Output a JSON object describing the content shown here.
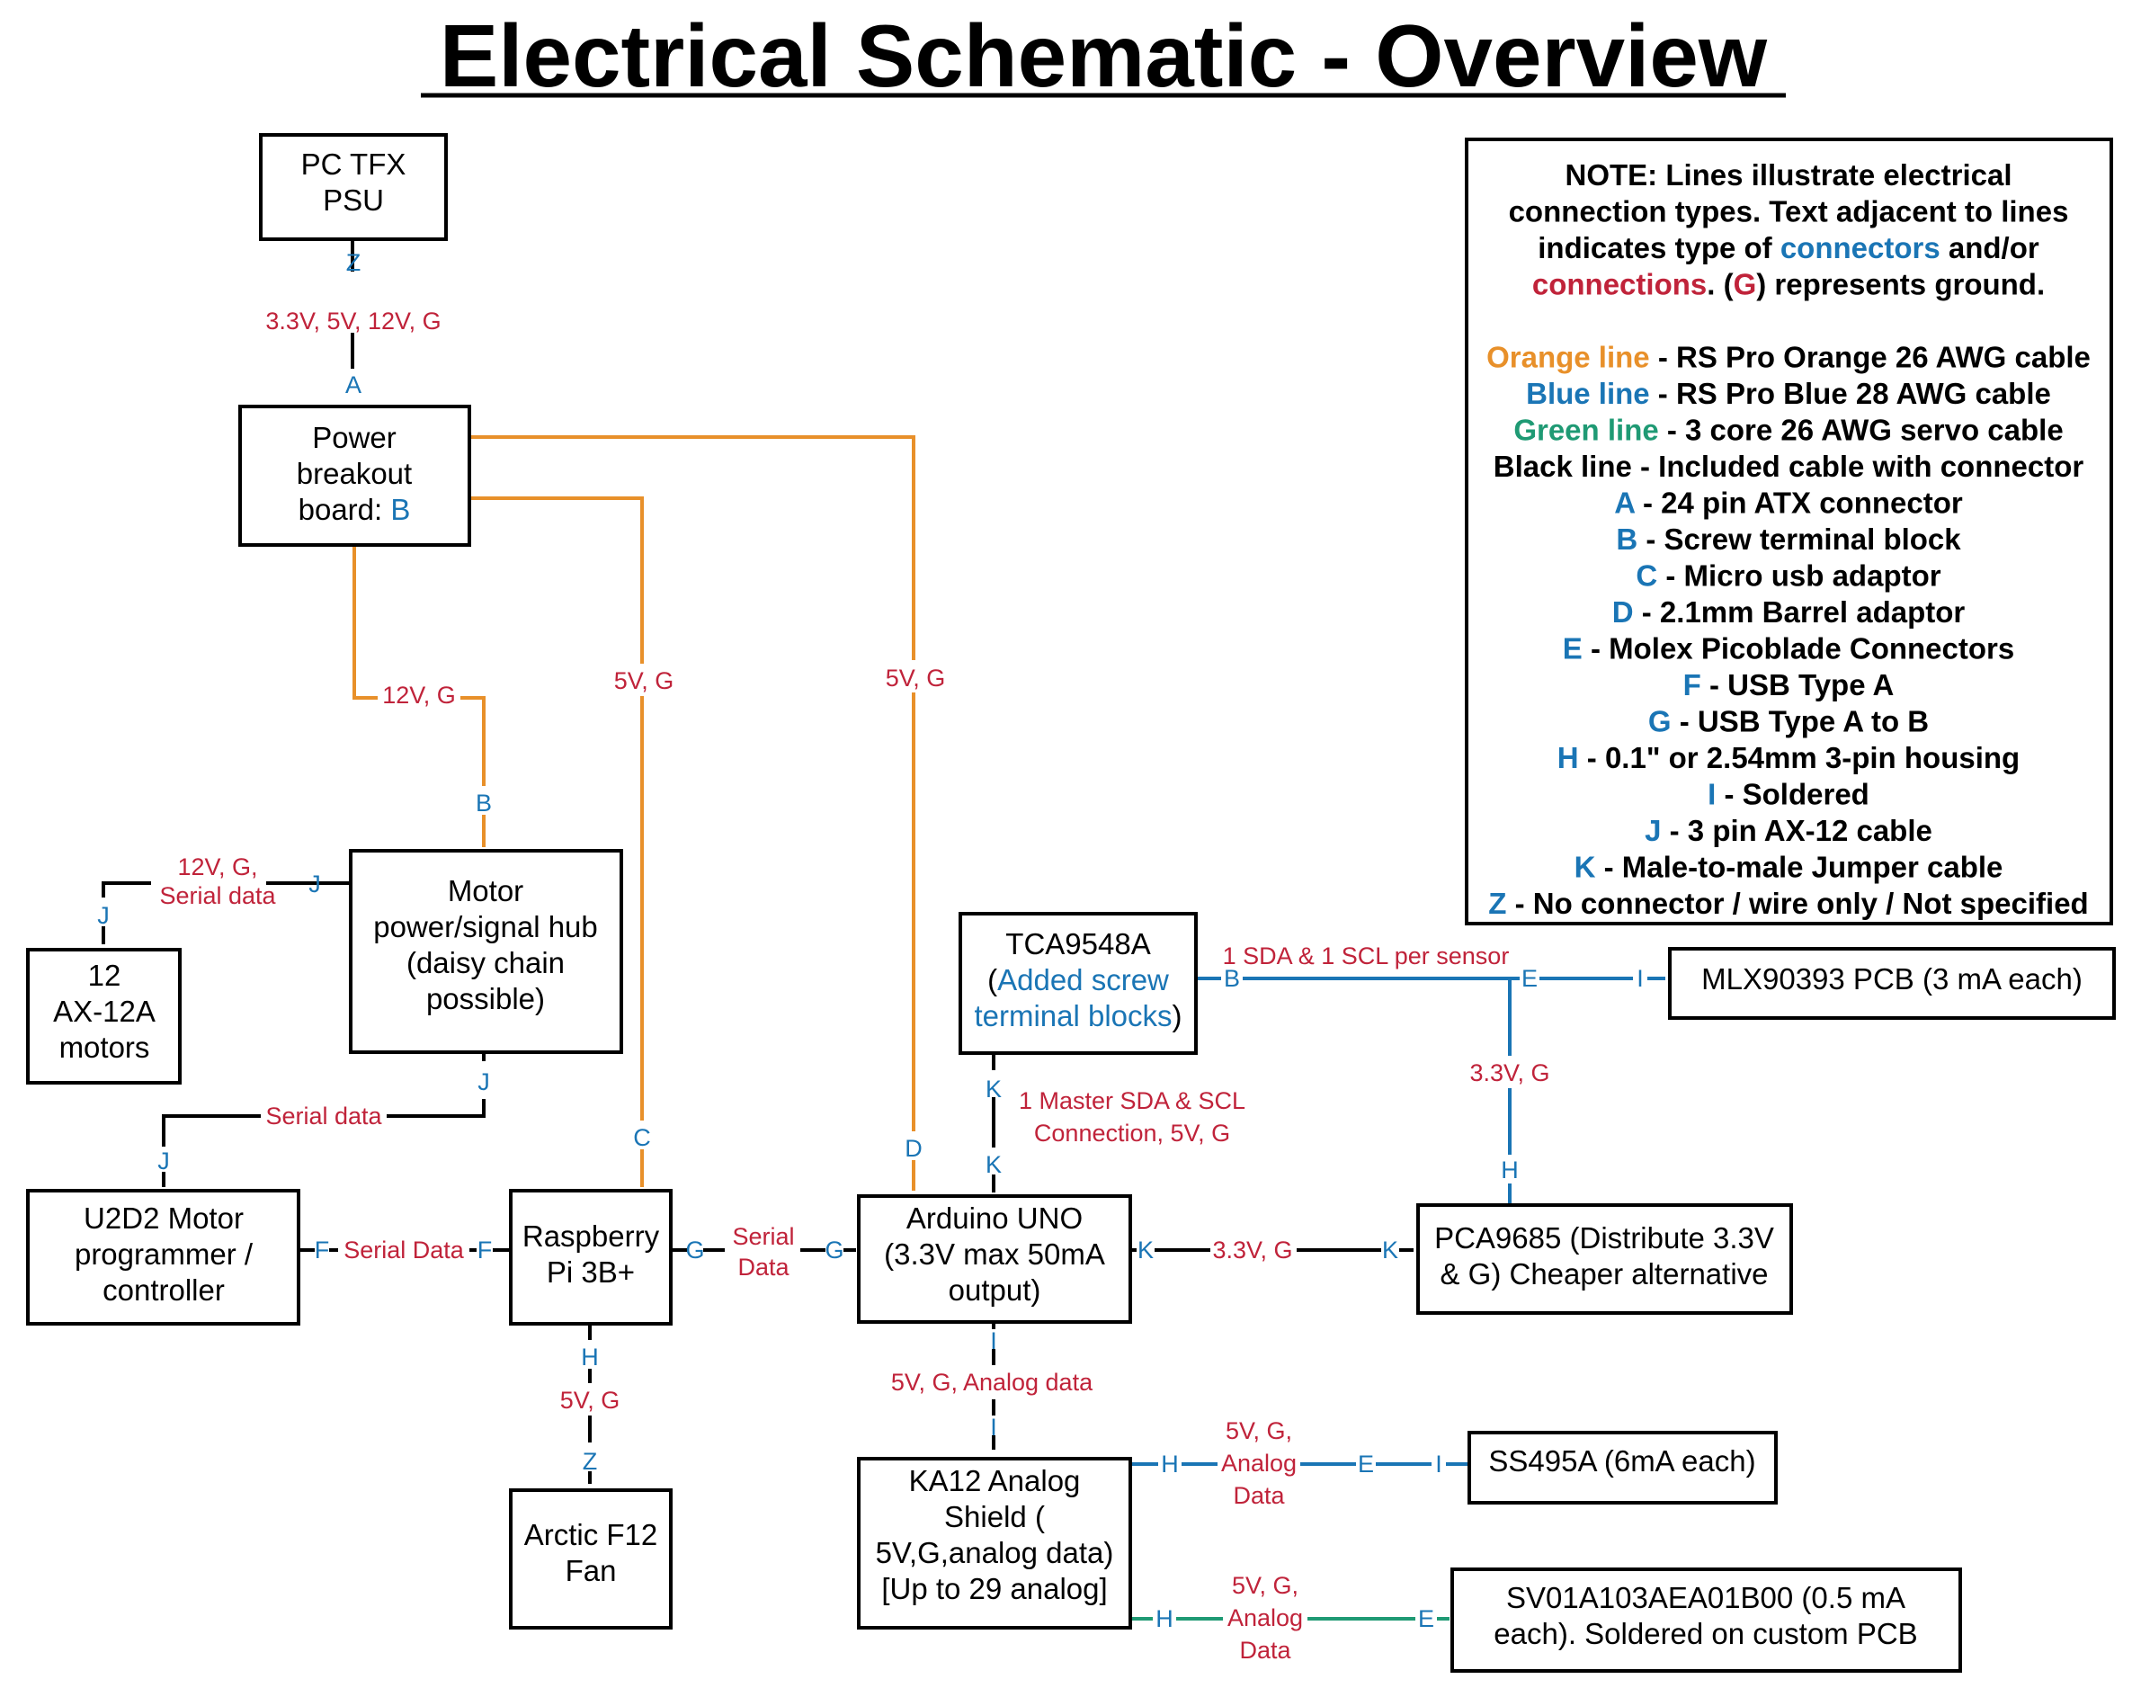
{
  "title": "Electrical Schematic - Overview",
  "colors": {
    "orange": "#e8902a",
    "blue": "#1a75b5",
    "green": "#1f9a74",
    "black": "#000000",
    "label_red": "#c0233a"
  },
  "nodes": {
    "psu": {
      "lines": [
        {
          "t": "PC TFX"
        },
        {
          "t": "PSU"
        }
      ]
    },
    "breakout": {
      "lines": [
        {
          "t": "Power"
        },
        {
          "t": "breakout"
        },
        {
          "t": "board: ",
          "tail": "B"
        }
      ]
    },
    "hub": {
      "lines": [
        {
          "t": "Motor"
        },
        {
          "t": "power/signal hub"
        },
        {
          "t": "(daisy chain"
        },
        {
          "t": "possible)"
        }
      ]
    },
    "motors": {
      "lines": [
        {
          "t": "12"
        },
        {
          "t": "AX-12A"
        },
        {
          "t": "motors"
        }
      ]
    },
    "u2d2": {
      "lines": [
        {
          "t": "U2D2 Motor"
        },
        {
          "t": "programmer /"
        },
        {
          "t": "controller"
        }
      ]
    },
    "rpi": {
      "lines": [
        {
          "t": "Raspberry"
        },
        {
          "t": "Pi 3B+"
        }
      ]
    },
    "arduino": {
      "lines": [
        {
          "t": "Arduino UNO"
        },
        {
          "t": "(3.3V max 50mA"
        },
        {
          "t": "output)"
        }
      ]
    },
    "tca": {
      "lines": [
        {
          "t": "TCA9548A"
        },
        {
          "t": "(",
          "blue": "Added screw"
        },
        {
          "blue": "terminal blocks",
          "tail": ")"
        }
      ]
    },
    "mlx": {
      "lines": [
        {
          "t": "MLX90393 PCB (3 mA each)"
        }
      ]
    },
    "pca": {
      "lines": [
        {
          "t": "PCA9685 (Distribute 3.3V"
        },
        {
          "t": "& G) Cheaper alternative"
        }
      ]
    },
    "fan": {
      "lines": [
        {
          "t": "Arctic F12"
        },
        {
          "t": "Fan"
        }
      ]
    },
    "ka12": {
      "lines": [
        {
          "t": "KA12 Analog"
        },
        {
          "t": "Shield ("
        },
        {
          "t": "5V,G,analog data)"
        },
        {
          "t": "[Up to 29 analog]"
        }
      ]
    },
    "ss495": {
      "lines": [
        {
          "t": "SS495A (6mA each)"
        }
      ]
    },
    "sv01": {
      "lines": [
        {
          "t": "SV01A103AEA01B00 (0.5 mA"
        },
        {
          "t": "each). Soldered on custom PCB"
        }
      ]
    }
  },
  "connectors": {
    "psu_z": "Z",
    "breakout_a": "A",
    "hub_b": "B",
    "hub_j_left": "J",
    "motors_j": "J",
    "hub_j_bottom": "J",
    "u2d2_j": "J",
    "rpi_c": "C",
    "arduino_d": "D",
    "u2d2_f": "F",
    "rpi_f": "F",
    "rpi_g": "G",
    "arduino_g": "G",
    "tca_b": "B",
    "mlx_e": "E",
    "mlx_i": "I",
    "pca_h": "H",
    "tca_k": "K",
    "arduino_k_top": "K",
    "arduino_k_right": "K",
    "pca_k": "K",
    "rpi_h": "H",
    "fan_z": "Z",
    "arduino_i": "I",
    "ka12_i": "I",
    "ka12_h1": "H",
    "ss495_e": "E",
    "ss495_i": "I",
    "ka12_h2": "H",
    "sv01_e": "E"
  },
  "labels": {
    "psu_breakout": "3.3V, 5V, 12V, G",
    "breakout_hub": "12V, G",
    "breakout_rpi": "5V, G",
    "breakout_arduino": "5V, G",
    "hub_motors": [
      "12V, G,",
      "Serial data"
    ],
    "hub_u2d2": "Serial data",
    "u2d2_rpi": "Serial Data",
    "rpi_arduino": [
      "Serial",
      "Data"
    ],
    "tca_mlx": "1 SDA & 1 SCL  per sensor",
    "mlx_pca": "3.3V, G",
    "tca_arduino": [
      "1 Master SDA & SCL",
      "Connection, 5V, G"
    ],
    "arduino_pca": "3.3V, G",
    "rpi_fan": "5V, G",
    "arduino_ka12": "5V, G, Analog data",
    "ka12_ss495": [
      "5V, G,",
      "Analog",
      "Data"
    ],
    "ka12_sv01": [
      "5V, G,",
      "Analog",
      "Data"
    ]
  },
  "note": {
    "lines": [
      [
        {
          "c": "k",
          "t": "NOTE: Lines illustrate electrical"
        }
      ],
      [
        {
          "c": "k",
          "t": "connection types. Text adjacent to lines"
        }
      ],
      [
        {
          "c": "k",
          "t": "indicates type of "
        },
        {
          "c": "b",
          "t": "connectors"
        },
        {
          "c": "k",
          "t": " and/or"
        }
      ],
      [
        {
          "c": "r",
          "t": "connections"
        },
        {
          "c": "k",
          "t": ". ("
        },
        {
          "c": "r",
          "t": "G"
        },
        {
          "c": "k",
          "t": ") represents ground."
        }
      ],
      [],
      [
        {
          "c": "o",
          "t": "Orange line"
        },
        {
          "c": "k",
          "t": " - RS Pro Orange 26 AWG cable"
        }
      ],
      [
        {
          "c": "b",
          "t": "Blue line"
        },
        {
          "c": "k",
          "t": " - RS Pro Blue 28 AWG cable"
        }
      ],
      [
        {
          "c": "g",
          "t": "Green line"
        },
        {
          "c": "k",
          "t": " - 3 core 26 AWG servo cable"
        }
      ],
      [
        {
          "c": "k",
          "t": "Black line - Included cable with connector"
        }
      ],
      [
        {
          "c": "b",
          "t": "A"
        },
        {
          "c": "k",
          "t": " - 24 pin ATX connector"
        }
      ],
      [
        {
          "c": "b",
          "t": "B"
        },
        {
          "c": "k",
          "t": " - Screw terminal block"
        }
      ],
      [
        {
          "c": "b",
          "t": "C"
        },
        {
          "c": "k",
          "t": " - Micro usb adaptor"
        }
      ],
      [
        {
          "c": "b",
          "t": "D"
        },
        {
          "c": "k",
          "t": " - 2.1mm Barrel adaptor"
        }
      ],
      [
        {
          "c": "b",
          "t": "E"
        },
        {
          "c": "k",
          "t": " - Molex Picoblade Connectors"
        }
      ],
      [
        {
          "c": "b",
          "t": "F"
        },
        {
          "c": "k",
          "t": " - USB Type A"
        }
      ],
      [
        {
          "c": "b",
          "t": "G"
        },
        {
          "c": "k",
          "t": " - USB Type A to B"
        }
      ],
      [
        {
          "c": "b",
          "t": "H"
        },
        {
          "c": "k",
          "t": " - 0.1\" or 2.54mm 3-pin housing"
        }
      ],
      [
        {
          "c": "b",
          "t": "I"
        },
        {
          "c": "k",
          "t": "  - Soldered"
        }
      ],
      [
        {
          "c": "b",
          "t": "J"
        },
        {
          "c": "k",
          "t": " - 3 pin AX-12 cable"
        }
      ],
      [
        {
          "c": "b",
          "t": "K"
        },
        {
          "c": "k",
          "t": " - Male-to-male Jumper cable"
        }
      ],
      [
        {
          "c": "b",
          "t": "Z"
        },
        {
          "c": "k",
          "t": " - No connector / wire only / Not specified"
        }
      ]
    ]
  }
}
